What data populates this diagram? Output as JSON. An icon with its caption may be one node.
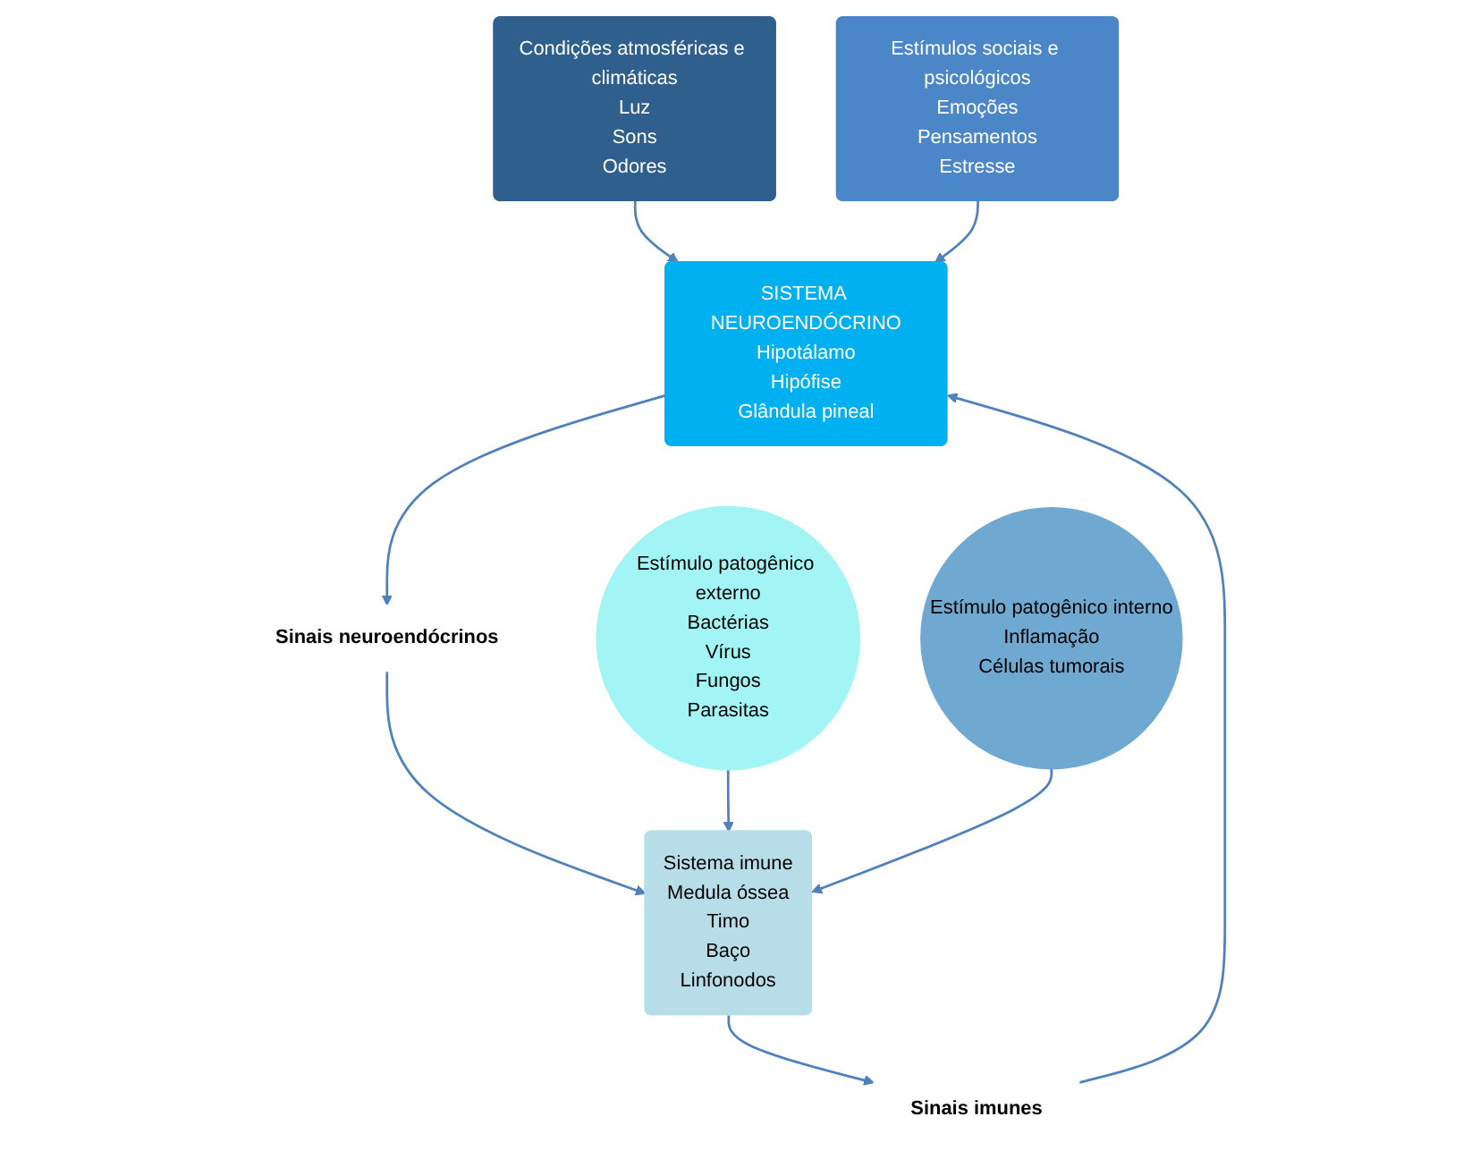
{
  "diagram": {
    "nodes": [
      {
        "text": [
          "Condições atmosféricas e climáticas",
          "Luz",
          "Sons",
          "Odores"
        ]
      },
      {
        "text": [
          "Estímulos sociais e psicológicos",
          "Emoções",
          "Pensamentos",
          "Estresse"
        ]
      },
      {
        "text": [
          "SISTEMA NEUROENDÓCRINO",
          "Hipotálamo",
          "Hipófise",
          "Glândula pineal"
        ]
      },
      {
        "text": [
          "Sinais neuroendócrinos"
        ]
      },
      {
        "text": [
          "Sinais imunes"
        ]
      },
      {
        "text": [
          "Sistema imune",
          "Medula óssea",
          "Timo",
          "Baço",
          "Linfonodos"
        ]
      },
      {
        "text": [
          "Estímulo patogênico externo",
          "Bactérias",
          "Vírus",
          "Fungos",
          "Parasitas"
        ]
      },
      {
        "text": [
          "Estímulo patogênico interno",
          "Inflamação",
          "Células tumorais"
        ]
      }
    ],
    "edges": [
      {
        "from": 0,
        "to": 2,
        "arrow": "to"
      },
      {
        "from": 1,
        "to": 2,
        "arrow": "to"
      },
      {
        "from": 2,
        "to": 3,
        "arrow": "to"
      },
      {
        "from": 3,
        "to": 5,
        "arrow": "to"
      },
      {
        "from": 5,
        "to": 4,
        "arrow": "to"
      },
      {
        "from": 4,
        "to": 2,
        "arrow": "to"
      },
      {
        "from": 6,
        "to": 5,
        "arrow": "to"
      },
      {
        "from": 7,
        "to": 5,
        "arrow": "to"
      }
    ]
  }
}
